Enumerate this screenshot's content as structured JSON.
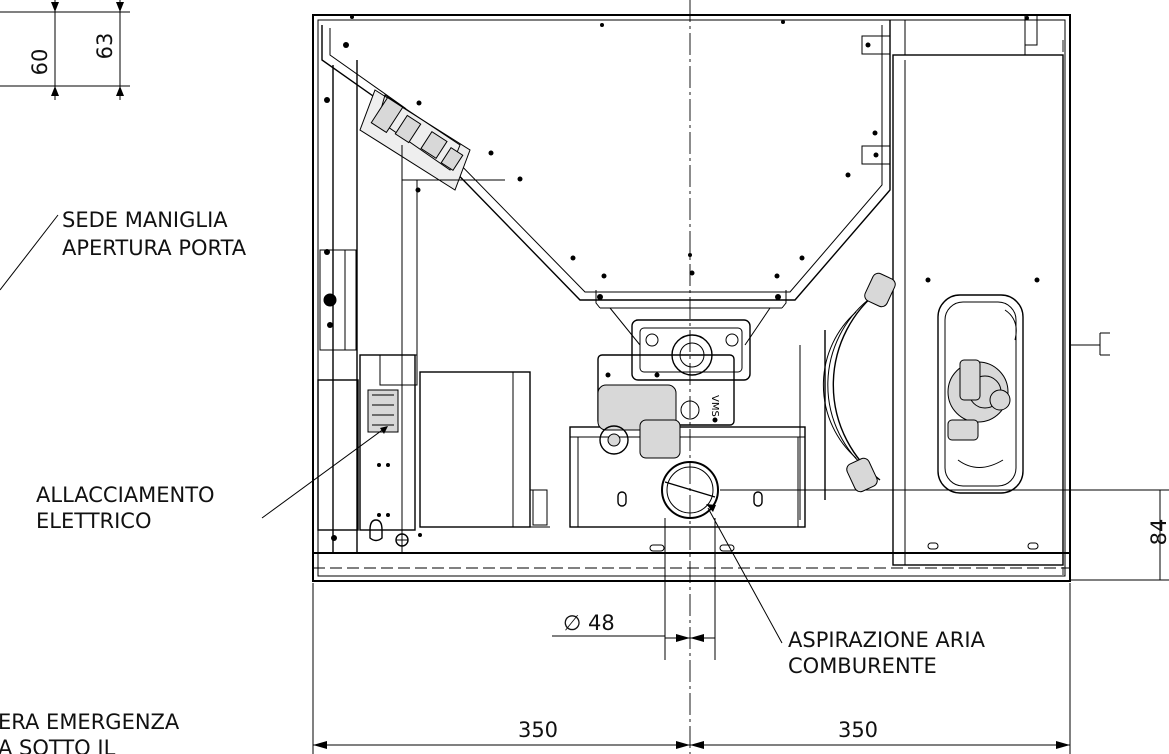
{
  "labels": {
    "handle_seat_line1": "SEDE MANIGLIA",
    "handle_seat_line2": "APERTURA PORTA",
    "electrical_line1": "ALLACCIAMENTO",
    "electrical_line2": "ELETTRICO",
    "air_intake_line1": "ASPIRAZIONE ARIA",
    "air_intake_line2": "COMBURENTE",
    "emergency_line1": "ERA EMERGENZA",
    "emergency_line2": "A SOTTO IL"
  },
  "dimensions": {
    "dim_60": "60",
    "dim_63": "63",
    "dim_84": "84",
    "diameter": "∅ 48",
    "width_left": "350",
    "width_right": "350"
  },
  "colors": {
    "line": "#000000",
    "fill_gray": "#d8d8d8",
    "background": "#ffffff"
  }
}
